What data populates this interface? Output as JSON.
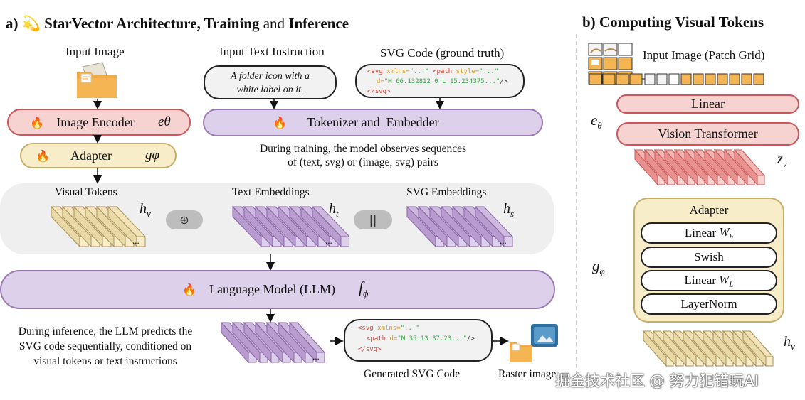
{
  "panel_a": {
    "prefix": "a)",
    "title_1": "StarVector Architecture, Training",
    "title_2": " and ",
    "title_3": "Inference",
    "input_image_label": "Input Image",
    "input_text_label": "Input Text Instruction",
    "svg_code_label": "SVG Code (ground truth)",
    "text_instruction": "A folder icon with a white label on it.",
    "image_encoder": "Image Encoder",
    "image_encoder_sym": "eθ",
    "adapter": "Adapter",
    "adapter_sym": "gφ",
    "tokenizer": "Tokenizer and  Embedder",
    "training_note_1": "During training, the model observes sequences",
    "training_note_2": "of (text, svg) or (image, svg) pairs",
    "visual_tokens": "Visual Tokens",
    "text_embeddings": "Text Embeddings",
    "svg_embeddings": "SVG Embeddings",
    "hv": "hv",
    "ht": "ht",
    "hs": "hs",
    "plus_op": "⊕",
    "concat_op": "||",
    "ellipsis": "...",
    "llm": "Language Model (LLM)",
    "llm_sym": "fϕ",
    "inference_note_1": "During inference, the LLM predicts the",
    "inference_note_2": "SVG code sequentially, conditioned on",
    "inference_note_3": "visual tokens or text instructions",
    "generated_svg": "Generated SVG Code",
    "raster_image": "Raster image",
    "gt_code_1a": "<svg",
    "gt_code_1b": " xmlns=",
    "gt_code_1c": "\"...\"",
    "gt_code_1d": " <path",
    "gt_code_1e": " style=",
    "gt_code_1f": "\"...\"",
    "gt_code_2a": "d=",
    "gt_code_2b": "\"M 66.132812 0 L 15.234375...\"",
    "gt_code_2c": "/>",
    "gt_code_3": "</svg>",
    "gen_code_1a": "<svg",
    "gen_code_1b": " xmlns=",
    "gen_code_1c": "\"...\"",
    "gen_code_2a": "<path",
    "gen_code_2b": " d=",
    "gen_code_2c": "\"M 35.13 37.23...\"",
    "gen_code_2d": "/>",
    "gen_code_3": "</svg>"
  },
  "panel_b": {
    "title": "b) Computing Visual Tokens",
    "patch_grid_label": "Input Image (Patch Grid)",
    "linear": "Linear",
    "vit": "Vision Transformer",
    "e_sym": "eθ",
    "zv": "zv",
    "adapter_title": "Adapter",
    "g_sym": "gφ",
    "linear_wh": "Linear",
    "wh": "Wh",
    "swish": "Swish",
    "linear_wl": "Linear",
    "wl": "WL",
    "layernorm": "LayerNorm",
    "hv": "hv"
  },
  "watermark": "掘金技术社区 @ 努力犯错玩AI",
  "colors": {
    "encoder_fill": "#f6d3d0",
    "encoder_stroke": "#c9585b",
    "adapter_fill": "#f8edc9",
    "adapter_stroke": "#c7ad6a",
    "llm_fill": "#ddd0ea",
    "llm_stroke": "#9b79b3",
    "band": "#efefef"
  }
}
